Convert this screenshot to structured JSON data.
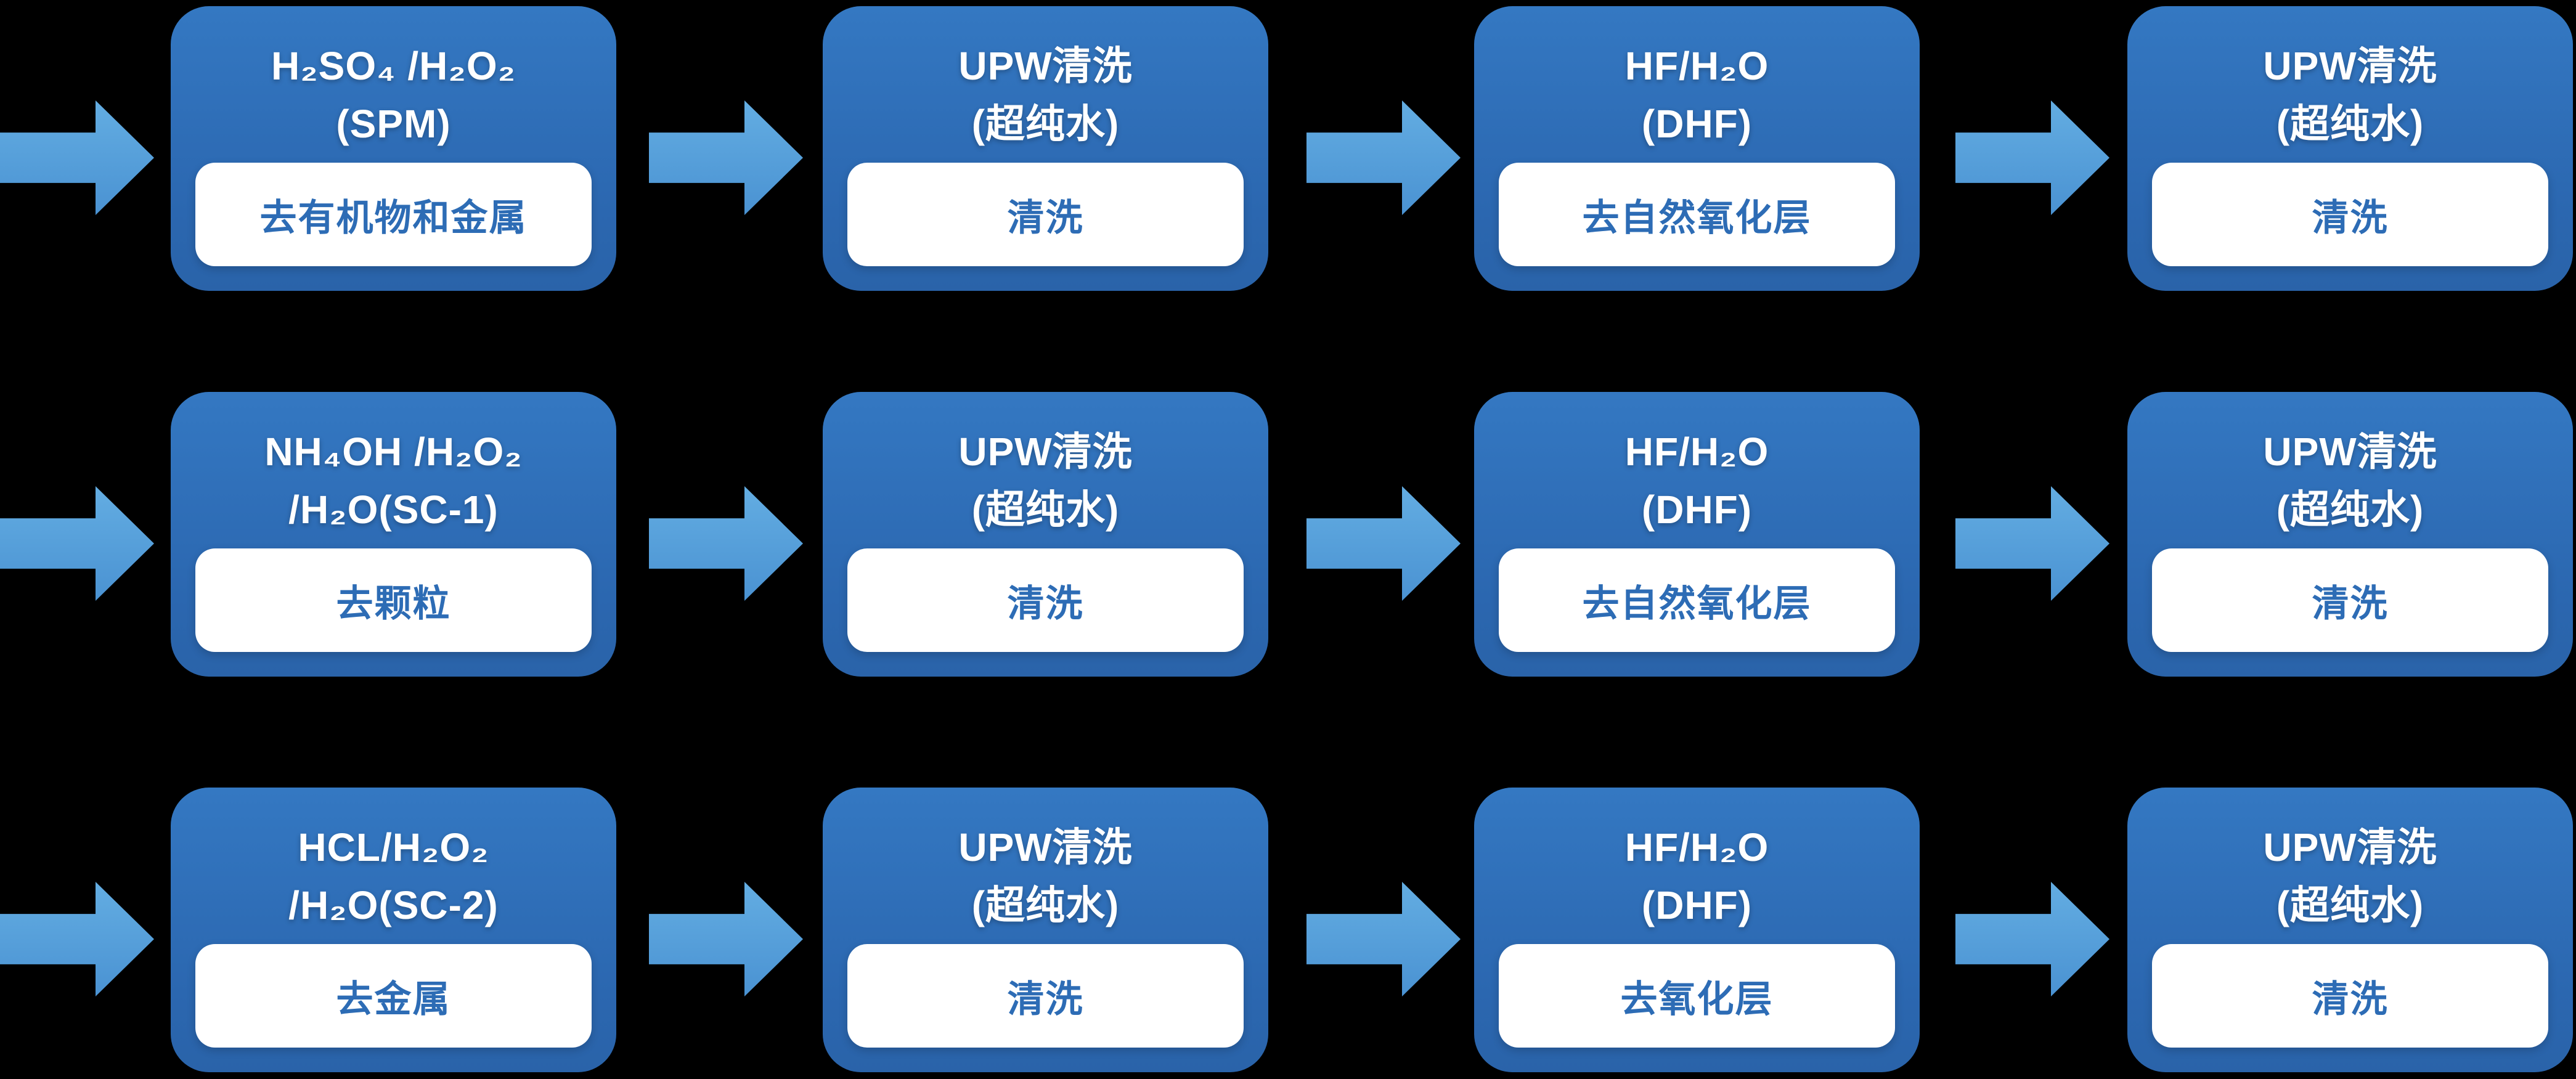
{
  "colors": {
    "background": "#000000",
    "box-blue": "#2b67b0",
    "box-blue-top": "#3478c2",
    "arrow-blue": "#4a92d2",
    "arrow-blue-top": "#63ade2",
    "title-text": "#ffffff",
    "label-bg": "#ffffff",
    "label-text": "#2d6cb5"
  },
  "icons": {
    "flow_arrow": "right-block-arrow"
  },
  "rows": [
    {
      "boxes": [
        {
          "title1": "H₂SO₄ /H₂O₂",
          "title2": "(SPM)",
          "label": "去有机物和金属"
        },
        {
          "title1": "UPW清洗",
          "title2": "(超纯水)",
          "label": "清洗"
        },
        {
          "title1": "HF/H₂O",
          "title2": "(DHF)",
          "label": "去自然氧化层"
        },
        {
          "title1": "UPW清洗",
          "title2": "(超纯水)",
          "label": "清洗"
        }
      ]
    },
    {
      "boxes": [
        {
          "title1": "NH₄OH /H₂O₂",
          "title2": "/H₂O(SC-1)",
          "label": "去颗粒"
        },
        {
          "title1": "UPW清洗",
          "title2": "(超纯水)",
          "label": "清洗"
        },
        {
          "title1": "HF/H₂O",
          "title2": "(DHF)",
          "label": "去自然氧化层"
        },
        {
          "title1": "UPW清洗",
          "title2": "(超纯水)",
          "label": "清洗"
        }
      ]
    },
    {
      "boxes": [
        {
          "title1": "HCL/H₂O₂",
          "title2": "/H₂O(SC-2)",
          "label": "去金属"
        },
        {
          "title1": "UPW清洗",
          "title2": "(超纯水)",
          "label": "清洗"
        },
        {
          "title1": "HF/H₂O",
          "title2": "(DHF)",
          "label": "去氧化层"
        },
        {
          "title1": "UPW清洗",
          "title2": "(超纯水)",
          "label": "清洗"
        }
      ]
    }
  ]
}
